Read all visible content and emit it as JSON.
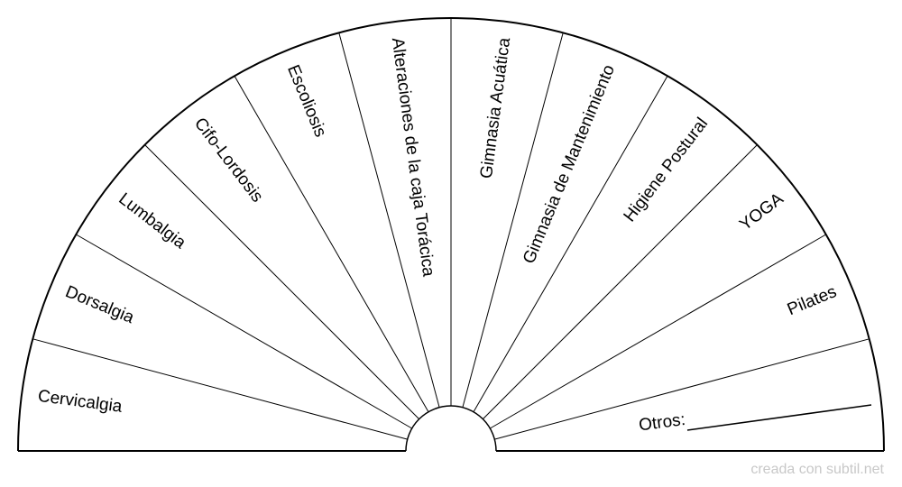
{
  "segments": [
    "Cervicalgia",
    "Dorsalgia",
    "Lumbalgia",
    "Cifo-Lordosis",
    "Escoliosis",
    "Alteraciones de la caja Torácica",
    "Gimnasia Acuática",
    "Gimnasia de Mantenimiento",
    "Higiene Postural",
    "YOGA",
    "Pilates",
    "Otros:"
  ],
  "credit": "creada con subtil.net",
  "colors": {
    "line": "#000000",
    "background": "#ffffff",
    "credit": "#c8c8c8"
  }
}
